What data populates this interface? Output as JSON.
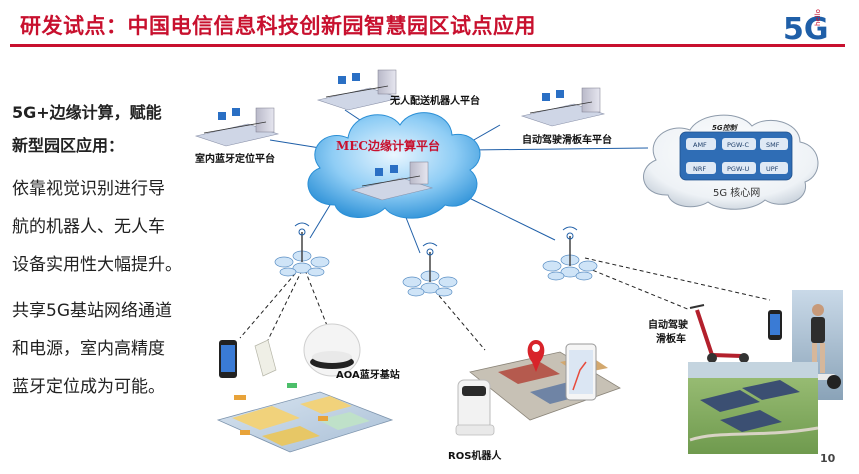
{
  "title": "研发试点：中国电信信息科技创新园智慧园区试点应用",
  "logo": {
    "main": "5G",
    "tag": "hello"
  },
  "left": {
    "heading_line1": "5G+边缘计算，赋能",
    "heading_line2": "新型园区应用：",
    "para1": [
      "依靠视觉识别进行导",
      "航的机器人、无人车",
      "设备实用性大幅提升。"
    ],
    "para2": [
      "共享5G基站网络通道",
      "和电源，室内高精度",
      "蓝牙定位成为可能。"
    ]
  },
  "diagram": {
    "mec_cloud_label": "MEC边缘计算平台",
    "platform_robot": "无人配送机器人平台",
    "platform_bluetooth": "室内蓝牙定位平台",
    "platform_scooter": "自动驾驶滑板车平台",
    "core_net": {
      "label": "5G 核心网",
      "control_label": "5G控制",
      "nodes": [
        "AMF",
        "PGW-C",
        "SMF",
        "NRF",
        "PGW-U",
        "UPF"
      ]
    },
    "aoa_label": "AOA蓝牙基站",
    "ros_label": "ROS机器人",
    "scooter_label_line1": "自动驾驶",
    "scooter_label_line2": "滑板车"
  },
  "page_number": "10",
  "colors": {
    "brand_red": "#c8102e",
    "cloud_blue": "#2a8fd6",
    "link_blue": "#1f5fa8"
  }
}
